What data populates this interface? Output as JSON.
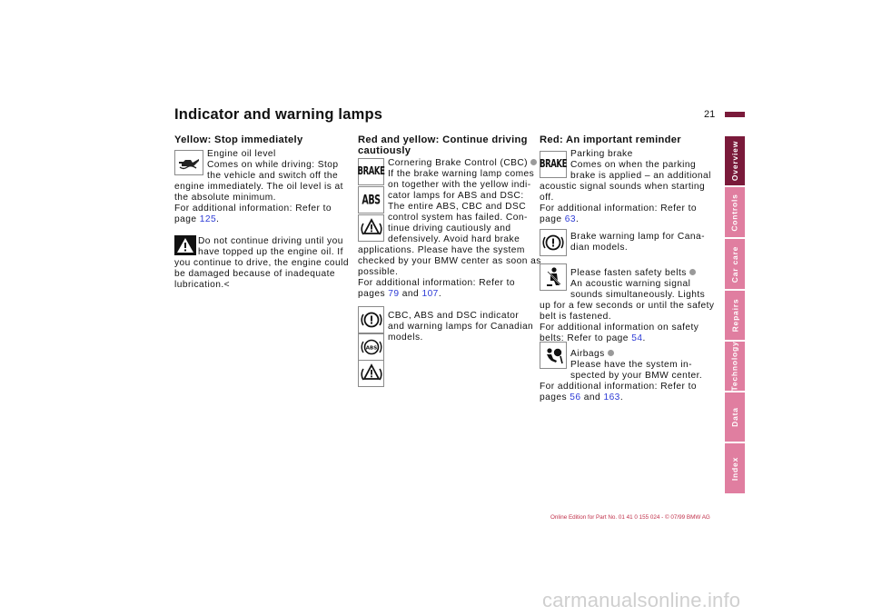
{
  "title": "Indicator and warning lamps",
  "page_number": "21",
  "col1": {
    "heading": "Yellow: Stop immediately",
    "oil_lines": [
      "Engine oil level",
      "Comes on while driving: Stop",
      "the vehicle and switch off the",
      "engine immediately. The oil level is at",
      "the absolute minimum.",
      "For additional information: Refer to"
    ],
    "oil_page_prefix": "page ",
    "oil_page": "125",
    "warn_lines": [
      "Do not continue driving until you",
      "have topped up the engine oil. If",
      "you continue to drive, the engine could",
      "be damaged because of inadequate",
      "lubrication."
    ],
    "end_mark": "<"
  },
  "col2": {
    "heading_lines": [
      "Red and yellow: Continue driving",
      "cautiously"
    ],
    "cbc_first": "Cornering Brake Control (CBC)",
    "cbc_lines": [
      "If the brake warning lamp comes",
      "on together with the yellow indi-",
      "cator lamps for ABS and DSC:",
      "The entire ABS, CBC and DSC",
      "control system has failed. Con-",
      "tinue driving cautiously and",
      "defensively. Avoid hard brake",
      "applications. Please have the system",
      "checked by your BMW center as soon as",
      "possible.",
      "For additional information: Refer to"
    ],
    "cbc_pages_prefix": "pages ",
    "cbc_page1": "79",
    "cbc_and": " and ",
    "cbc_page2": "107",
    "canada_lines": [
      "CBC, ABS and DSC indicator",
      "and warning lamps for Canadian",
      "models."
    ],
    "brake_icon_text": "BRAKE",
    "abs_icon_text": "ABS"
  },
  "col3": {
    "heading": "Red: An important reminder",
    "brake_lines": [
      "Parking brake",
      "Comes on when the parking",
      "brake is applied – an additional",
      "acoustic signal sounds when starting",
      "off.",
      "For additional information: Refer to"
    ],
    "brake_page_prefix": "page ",
    "brake_page": "63",
    "canada_lines": [
      "Brake warning lamp for Cana-",
      "dian models."
    ],
    "belt_first": "Please fasten safety belts",
    "belt_lines": [
      "An acoustic warning signal",
      "sounds simultaneously. Lights",
      "up for a few seconds or until the safety",
      "belt is fastened.",
      "For additional information on safety"
    ],
    "belt_page_prefix": "belts: Refer to page ",
    "belt_page": "54",
    "airbag_first": "Airbags",
    "airbag_lines": [
      "Please have the system in-",
      "spected by your BMW center.",
      "For additional information: Refer to"
    ],
    "airbag_pages_prefix": "pages ",
    "airbag_page1": "56",
    "airbag_and": " and ",
    "airbag_page2": "163",
    "brake_icon_text": "BRAKE"
  },
  "tabs": [
    {
      "label": "Overview",
      "color": "#7a1a3a"
    },
    {
      "label": "Controls",
      "color": "#e07ea0"
    },
    {
      "label": "Car care",
      "color": "#e07ea0"
    },
    {
      "label": "Repairs",
      "color": "#e07ea0"
    },
    {
      "label": "Technology",
      "color": "#e07ea0"
    },
    {
      "label": "Data",
      "color": "#e07ea0"
    },
    {
      "label": "Index",
      "color": "#e07ea0"
    }
  ],
  "footer": "Online Edition for Part No. 01 41 0 155 024 - © 07/99 BMW AG",
  "watermark": "carmanualsonline.info",
  "icons": {
    "oil": "oil-can-icon",
    "warning": "warning-triangle-icon",
    "brake": "brake-text-icon",
    "abs": "abs-text-icon",
    "dsc": "dsc-triangle-icon",
    "brake_circle": "brake-circle-icon",
    "abs_circle": "abs-circle-icon",
    "seatbelt": "seatbelt-icon",
    "airbag": "airbag-icon"
  },
  "colors": {
    "accent": "#7a1a3a",
    "tab": "#e07ea0",
    "link": "#2d3bd6",
    "footer": "#c0304a"
  }
}
